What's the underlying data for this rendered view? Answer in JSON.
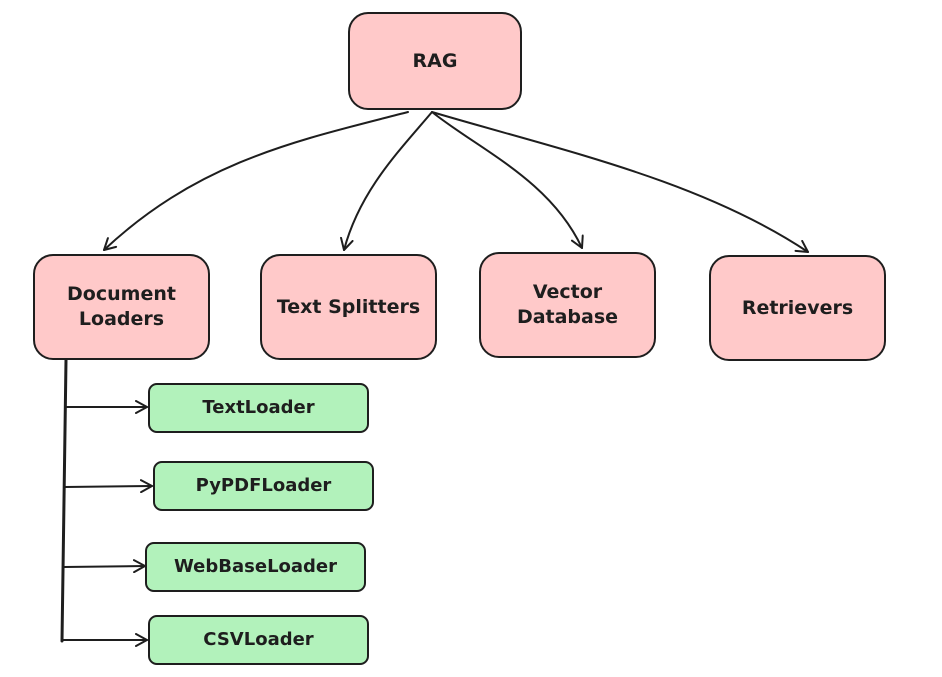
{
  "diagram": {
    "root": {
      "label": "RAG"
    },
    "categories": [
      {
        "label": "Document Loaders"
      },
      {
        "label": "Text Splitters"
      },
      {
        "label": "Vector Database"
      },
      {
        "label": "Retrievers"
      }
    ],
    "loaders": [
      {
        "label": "TextLoader"
      },
      {
        "label": "PyPDFLoader"
      },
      {
        "label": "WebBaseLoader"
      },
      {
        "label": "CSVLoader"
      }
    ]
  },
  "colors": {
    "pink_fill": "#ffc9c9",
    "green_fill": "#b2f2bb",
    "stroke": "#1e1e1e"
  }
}
